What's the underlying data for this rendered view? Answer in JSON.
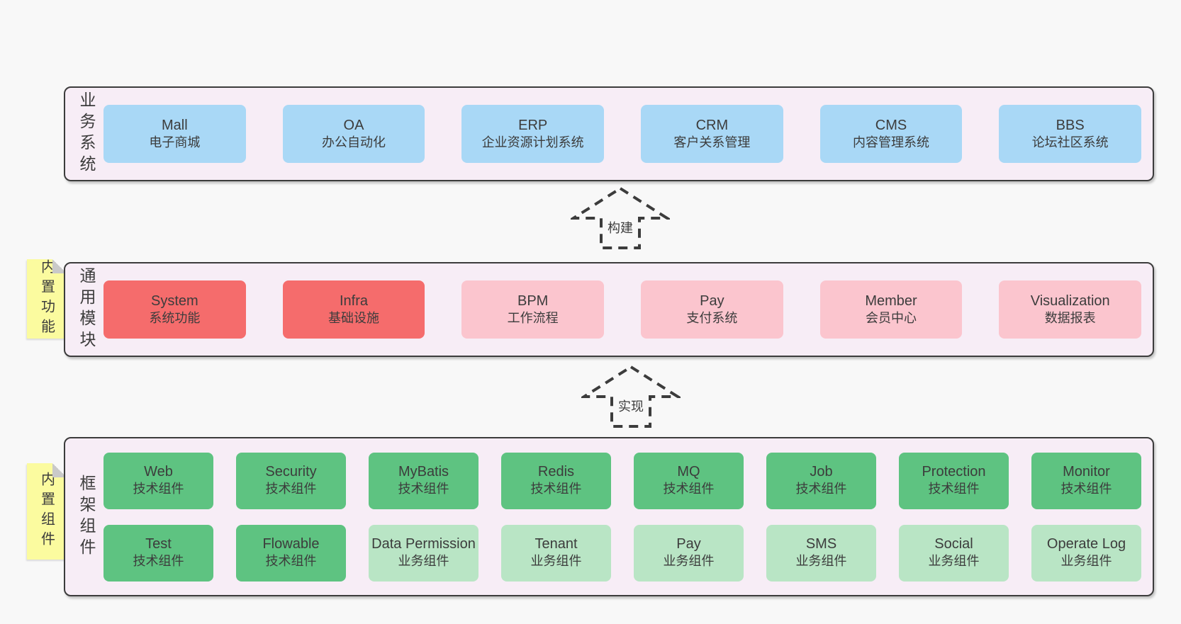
{
  "colors": {
    "page_bg": "#f8f8f8",
    "band_bg": "#f7edf6",
    "border": "#3c3c3c",
    "text": "#3c3c3c",
    "sticky": "#fbfb9f",
    "fold": "#c9c9c9",
    "blue": "#a9d8f6",
    "red": "#f56c6c",
    "pink": "#fbc5ce",
    "green": "#5ec381",
    "lightgreen": "#b9e5c5"
  },
  "arrows": [
    {
      "label": "构建"
    },
    {
      "label": "实现"
    }
  ],
  "bands": [
    {
      "label": "业务系统",
      "sticky": null,
      "rows": [
        [
          {
            "title": "Mall",
            "subtitle": "电子商城",
            "color": "blue"
          },
          {
            "title": "OA",
            "subtitle": "办公自动化",
            "color": "blue"
          },
          {
            "title": "ERP",
            "subtitle": "企业资源计划系统",
            "color": "blue"
          },
          {
            "title": "CRM",
            "subtitle": "客户关系管理",
            "color": "blue"
          },
          {
            "title": "CMS",
            "subtitle": "内容管理系统",
            "color": "blue"
          },
          {
            "title": "BBS",
            "subtitle": "论坛社区系统",
            "color": "blue"
          }
        ]
      ]
    },
    {
      "label": "通用模块",
      "sticky": "内置功能",
      "rows": [
        [
          {
            "title": "System",
            "subtitle": "系统功能",
            "color": "red"
          },
          {
            "title": "Infra",
            "subtitle": "基础设施",
            "color": "red"
          },
          {
            "title": "BPM",
            "subtitle": "工作流程",
            "color": "pink"
          },
          {
            "title": "Pay",
            "subtitle": "支付系统",
            "color": "pink"
          },
          {
            "title": "Member",
            "subtitle": "会员中心",
            "color": "pink"
          },
          {
            "title": "Visualization",
            "subtitle": "数据报表",
            "color": "pink"
          }
        ]
      ]
    },
    {
      "label": "框架组件",
      "sticky": "内置组件",
      "rows": [
        [
          {
            "title": "Web",
            "subtitle": "技术组件",
            "color": "green"
          },
          {
            "title": "Security",
            "subtitle": "技术组件",
            "color": "green"
          },
          {
            "title": "MyBatis",
            "subtitle": "技术组件",
            "color": "green"
          },
          {
            "title": "Redis",
            "subtitle": "技术组件",
            "color": "green"
          },
          {
            "title": "MQ",
            "subtitle": "技术组件",
            "color": "green"
          },
          {
            "title": "Job",
            "subtitle": "技术组件",
            "color": "green"
          },
          {
            "title": "Protection",
            "subtitle": "技术组件",
            "color": "green"
          },
          {
            "title": "Monitor",
            "subtitle": "技术组件",
            "color": "green"
          }
        ],
        [
          {
            "title": "Test",
            "subtitle": "技术组件",
            "color": "green"
          },
          {
            "title": "Flowable",
            "subtitle": "技术组件",
            "color": "green"
          },
          {
            "title": "Data Permission",
            "subtitle": "业务组件",
            "color": "lightgreen"
          },
          {
            "title": "Tenant",
            "subtitle": "业务组件",
            "color": "lightgreen"
          },
          {
            "title": "Pay",
            "subtitle": "业务组件",
            "color": "lightgreen"
          },
          {
            "title": "SMS",
            "subtitle": "业务组件",
            "color": "lightgreen"
          },
          {
            "title": "Social",
            "subtitle": "业务组件",
            "color": "lightgreen"
          },
          {
            "title": "Operate Log",
            "subtitle": "业务组件",
            "color": "lightgreen"
          }
        ]
      ]
    }
  ]
}
